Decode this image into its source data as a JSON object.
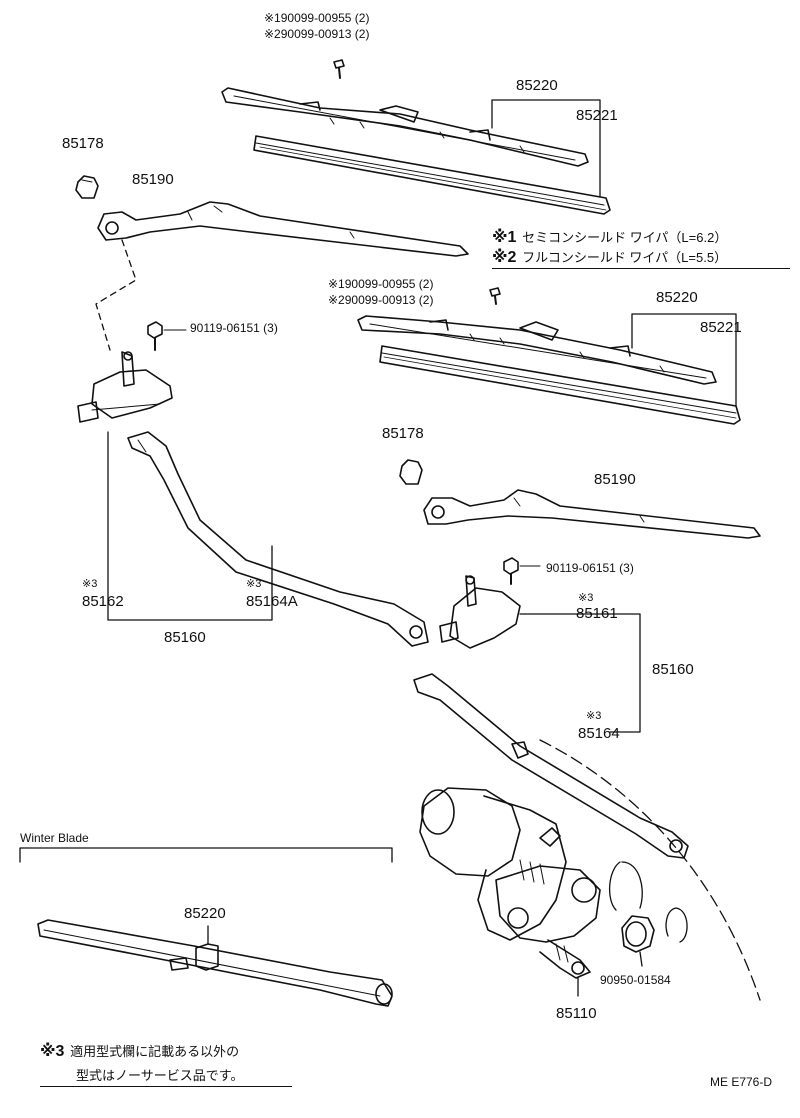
{
  "screws_upper": {
    "line1": "※190099-00955 (2)",
    "line2": "※290099-00913 (2)"
  },
  "screws_lower": {
    "line1": "※190099-00955 (2)",
    "line2": "※290099-00913 (2)"
  },
  "labels": {
    "blade_upper": "85220",
    "refill_upper": "85221",
    "cap_upper": "85178",
    "arm_upper": "85190",
    "bolt_upper": "90119-06151 (3)",
    "blade_lower": "85220",
    "refill_lower": "85221",
    "cap_lower": "85178",
    "arm_lower": "85190",
    "bolt_lower": "90119-06151 (3)",
    "link_left_mark": "※3",
    "link_left_pivot": "85162",
    "link_left_rod_mark": "※3",
    "link_left_rod": "85164A",
    "link_left_assy": "85160",
    "link_right_pivot_mark": "※3",
    "link_right_pivot": "85161",
    "link_right_assy": "85160",
    "link_right_rod_mark": "※3",
    "link_right_rod": "85164",
    "winter_title": "Winter Blade",
    "winter_blade": "85220",
    "motor": "85110",
    "grommet": "90950-01584",
    "code": "ME E776-D"
  },
  "notes": {
    "n1_mark": "※1",
    "n1_text": "セミコンシールド ワイパ（L=6.2）",
    "n2_mark": "※2",
    "n2_text": "フルコンシールド ワイパ（L=5.5）",
    "n3_mark": "※3",
    "n3_line1": "適用型式欄に記載ある以外の",
    "n3_line2": "型式はノーサービス品です。"
  }
}
